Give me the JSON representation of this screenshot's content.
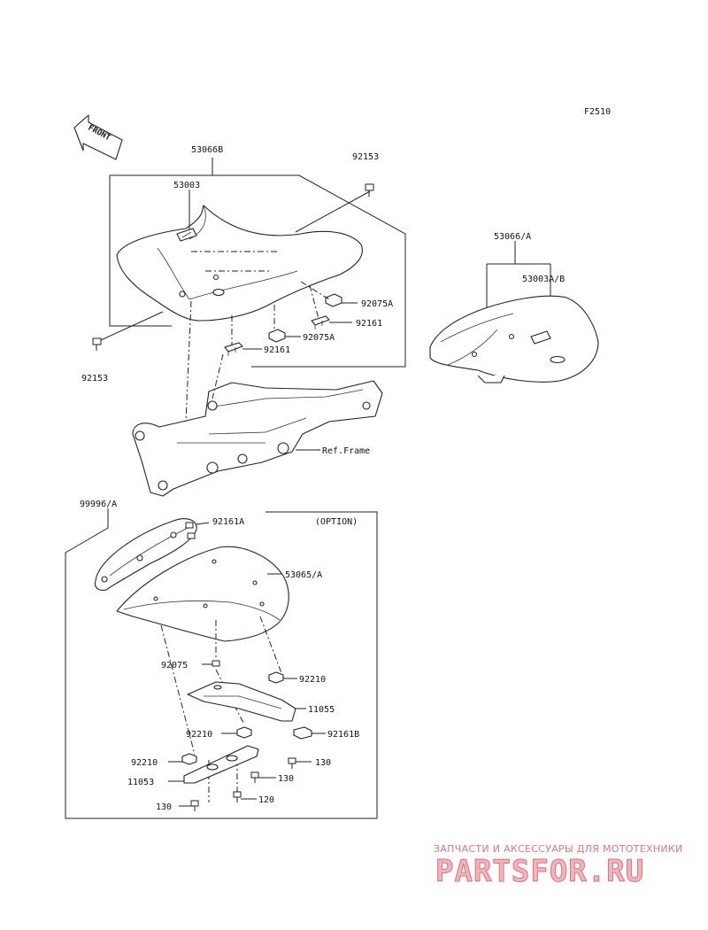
{
  "figure_code": "F2510",
  "front_arrow_label": "FRONT",
  "option_label": "(OPTION)",
  "ref_frame_label": "Ref.Frame",
  "callouts": {
    "p53066B": "53066B",
    "p53003": "53003",
    "p92153_top": "92153",
    "p92153_left": "92153",
    "p92075A_1": "92075A",
    "p92161_1": "92161",
    "p92075A_2": "92075A",
    "p92161_2": "92161",
    "p53066A": "53066/A",
    "p53003AB": "53003A/B",
    "p99996A": "99996/A",
    "p92161A": "92161A",
    "p53065A": "53065/A",
    "p92075": "92075",
    "p92210_1": "92210",
    "p11055": "11055",
    "p92210_2": "92210",
    "p92161B": "92161B",
    "p92210_3": "92210",
    "p130_1": "130",
    "p11053": "11053",
    "p130_2": "130",
    "p130_3": "130",
    "p120": "120"
  },
  "watermark": {
    "tagline": "ЗАПЧАСТИ И АКСЕССУАРЫ ДЛЯ МОТОТЕХНИКИ",
    "logo": "PARTSFOR.RU"
  }
}
